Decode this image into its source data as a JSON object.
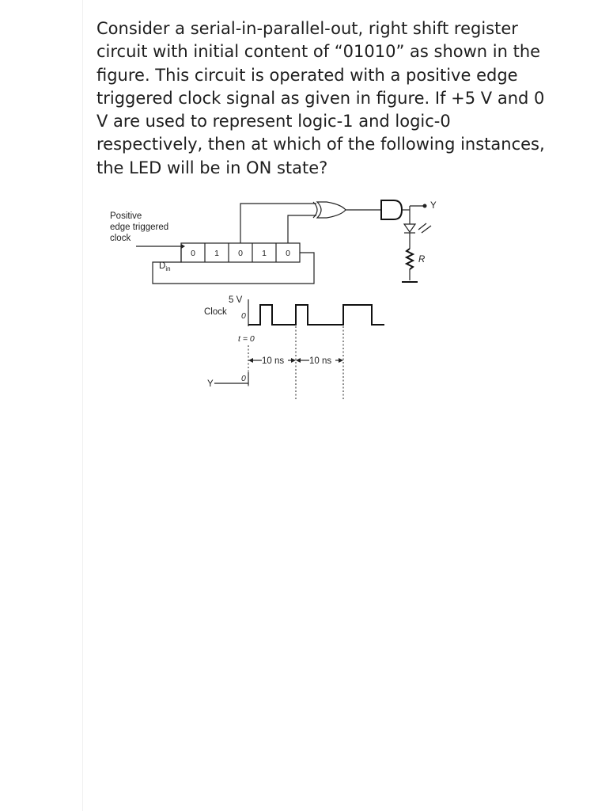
{
  "question": {
    "lines": [
      "Consider a serial-in-parallel-out, right shift register",
      "circuit with initial content of “01010” as shown in the",
      "figure. This circuit is operated with a positive edge",
      "triggered clock signal as given in figure. If +5 V and 0",
      "V are used to represent logic-1 and logic-0",
      "respectively, then at which of the following instances,",
      "the LED will be in ON state?"
    ]
  },
  "circuit": {
    "clock_label": [
      "Positive",
      "edge triggered",
      "clock"
    ],
    "register_bits": [
      "0",
      "1",
      "0",
      "1",
      "0"
    ],
    "din_main": "D",
    "din_sub": "in",
    "output_label": "Y",
    "resistor_label": "R"
  },
  "timing": {
    "voltage_high": "5 V",
    "clock_label": "Clock",
    "zero_clock": "0",
    "t_zero": "t = 0",
    "interval_1": "10 ns",
    "interval_2": "10 ns",
    "y_label": "Y",
    "zero_y": "0"
  }
}
